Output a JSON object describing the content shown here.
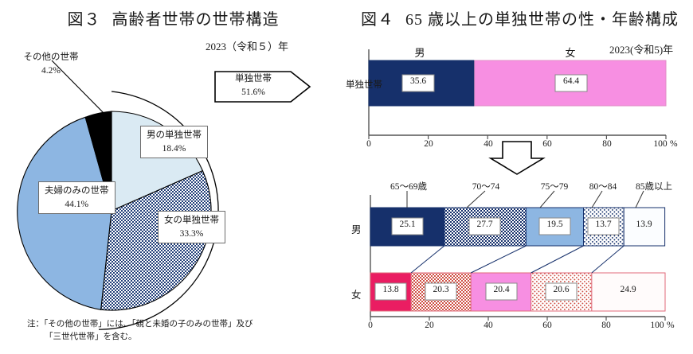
{
  "figure3": {
    "title_number": "図３",
    "title_text": "高齢者世帯の世帯構造",
    "year_label": "2023（令和５）年",
    "callout": {
      "label": "単独世帯",
      "value": "51.6%"
    },
    "note_line1": "注：「その他の世帯」には、「親と未婚の子のみの世帯」及び",
    "note_line2": "「三世代世帯」を含む。",
    "colors": {
      "male_single": "#daeaf3",
      "female_single_base": "#ffffff",
      "female_single_pattern": "#1e3a6e",
      "couple_only": "#8db6e2",
      "other": "#000000",
      "outline": "#000000"
    }
  },
  "figure4": {
    "title_number": "図４",
    "title_text": "65 歳以上の単独世帯の性・年齢構成",
    "year_label": "2023(令和5)年",
    "top_row_label": "単独世帯",
    "sex_labels": {
      "male": "男",
      "female": "女"
    },
    "axis_unit": "%",
    "colors": {
      "male_dark": "#16306b",
      "male_mid": "#8db6e2",
      "male_pattern": "#16306b",
      "female_dark": "#ea1d62",
      "female_mid": "#f78fe2",
      "female_pattern": "#d94848",
      "female_outline": "#e06a7a",
      "male_outline": "#16306b"
    }
  },
  "chart_data": [
    {
      "id": "fig3-pie",
      "type": "pie",
      "title": "図３ 高齢者世帯の世帯構造",
      "subtitle": "2023（令和５）年",
      "unit": "%",
      "categories": [
        "男の単独世帯",
        "女の単独世帯",
        "夫婦のみの世帯",
        "その他の世帯"
      ],
      "values": [
        18.4,
        33.3,
        44.1,
        4.2
      ],
      "labels": [
        "18.4%",
        "33.3%",
        "44.1%",
        "4.2%"
      ],
      "grouping": {
        "label": "単独世帯",
        "value": 51.6,
        "members": [
          "男の単独世帯",
          "女の単独世帯"
        ]
      },
      "legend": "none",
      "note": "注：「その他の世帯」には、「親と未婚の子のみの世帯」及び「三世代世帯」を含む。"
    },
    {
      "id": "fig4-sex",
      "type": "bar",
      "orientation": "horizontal-stacked",
      "title": "図４ 65歳以上の単独世帯の性・年齢構成（性別）",
      "subtitle": "2023(令和5)年",
      "categories": [
        "単独世帯"
      ],
      "series": [
        {
          "name": "男",
          "values": [
            35.6
          ]
        },
        {
          "name": "女",
          "values": [
            64.4
          ]
        }
      ],
      "xlabel": "%",
      "ylabel": "",
      "xlim": [
        0,
        100
      ],
      "xticks": [
        0,
        20,
        40,
        60,
        80,
        100
      ],
      "xticklabels": [
        "0",
        "20",
        "40",
        "60",
        "80",
        "100"
      ],
      "grid": false,
      "legend": "above-segments"
    },
    {
      "id": "fig4-age",
      "type": "bar",
      "orientation": "horizontal-stacked",
      "title": "図４ 65歳以上の単独世帯の性・年齢構成（年齢階級別）",
      "categories": [
        "男",
        "女"
      ],
      "series": [
        {
          "name": "65〜69歳",
          "values": [
            25.1,
            13.8
          ]
        },
        {
          "name": "70〜74",
          "values": [
            27.7,
            20.3
          ]
        },
        {
          "name": "75〜79",
          "values": [
            19.5,
            20.4
          ]
        },
        {
          "name": "80〜84",
          "values": [
            13.7,
            20.6
          ]
        },
        {
          "name": "85歳以上",
          "values": [
            13.9,
            24.9
          ]
        }
      ],
      "xlabel": "%",
      "ylabel": "",
      "xlim": [
        0,
        100
      ],
      "xticks": [
        0,
        20,
        40,
        60,
        80,
        100
      ],
      "xticklabels": [
        "0",
        "20",
        "40",
        "60",
        "80",
        "100"
      ],
      "grid": false,
      "legend": "leader-lines-above"
    }
  ]
}
